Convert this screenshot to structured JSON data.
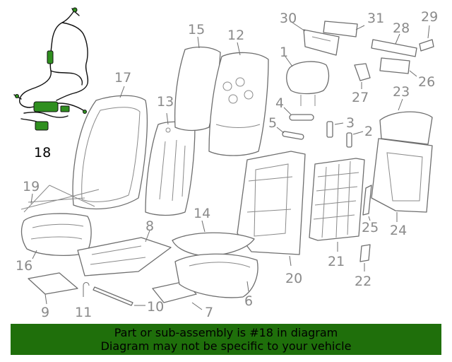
{
  "callouts": [
    {
      "id": "p1",
      "label": "1"
    },
    {
      "id": "p2",
      "label": "2"
    },
    {
      "id": "p3",
      "label": "3"
    },
    {
      "id": "p4",
      "label": "4"
    },
    {
      "id": "p5",
      "label": "5"
    },
    {
      "id": "p6",
      "label": "6"
    },
    {
      "id": "p7",
      "label": "7"
    },
    {
      "id": "p8",
      "label": "8"
    },
    {
      "id": "p9",
      "label": "9"
    },
    {
      "id": "p10",
      "label": "10"
    },
    {
      "id": "p11",
      "label": "11"
    },
    {
      "id": "p12",
      "label": "12"
    },
    {
      "id": "p13",
      "label": "13"
    },
    {
      "id": "p14",
      "label": "14"
    },
    {
      "id": "p15",
      "label": "15"
    },
    {
      "id": "p16",
      "label": "16"
    },
    {
      "id": "p17",
      "label": "17"
    },
    {
      "id": "p18",
      "label": "18",
      "highlighted": true
    },
    {
      "id": "p19",
      "label": "19"
    },
    {
      "id": "p20",
      "label": "20"
    },
    {
      "id": "p21",
      "label": "21"
    },
    {
      "id": "p22",
      "label": "22"
    },
    {
      "id": "p23",
      "label": "23"
    },
    {
      "id": "p24",
      "label": "24"
    },
    {
      "id": "p25",
      "label": "25"
    },
    {
      "id": "p26",
      "label": "26"
    },
    {
      "id": "p27",
      "label": "27"
    },
    {
      "id": "p28",
      "label": "28"
    },
    {
      "id": "p29",
      "label": "29"
    },
    {
      "id": "p30",
      "label": "30"
    },
    {
      "id": "p31",
      "label": "31"
    }
  ],
  "banner": {
    "line1": "Part or sub-assembly is #18 in diagram",
    "line2": "Diagram may not be specific to your vehicle"
  },
  "colors": {
    "highlight_part": "#2f8f1f",
    "banner_background": "#1f6f0b",
    "callout_text": "#8a8a8a",
    "highlight_text": "#000000"
  }
}
